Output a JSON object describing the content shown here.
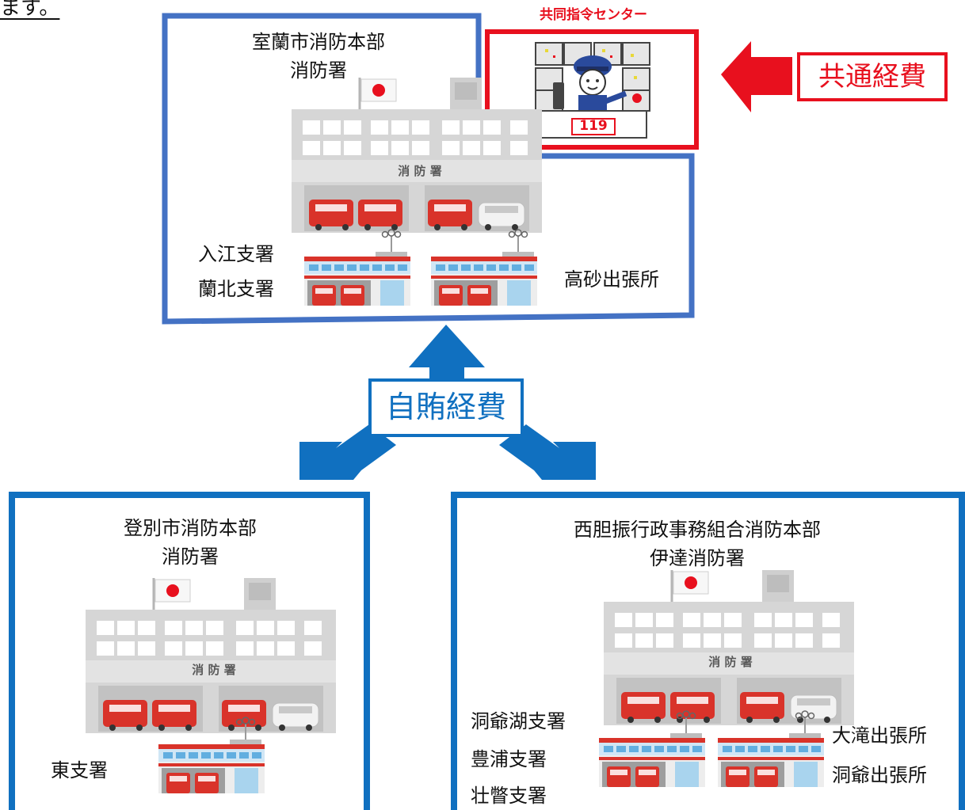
{
  "top_fragment": "ます。",
  "center": {
    "title": "共同指令センター",
    "desk_number": "119"
  },
  "common_cost_label": "共通経費",
  "own_cost_label": "自賄経費",
  "muroran": {
    "hq": "室蘭市消防本部",
    "station": "消防署",
    "sign": "消 防 署",
    "branches": [
      "入江支署",
      "蘭北支署"
    ],
    "outposts": [
      "高砂出張所"
    ]
  },
  "noboribetsu": {
    "hq": "登別市消防本部",
    "station": "消防署",
    "sign": "消 防 署",
    "branches": [
      "東支署"
    ]
  },
  "nishiiburi": {
    "hq": "西胆振行政事務組合消防本部",
    "station": "伊達消防署",
    "sign": "消 防 署",
    "branches": [
      "洞爺湖支署",
      "豊浦支署",
      "壮瞥支署"
    ],
    "outposts": [
      "大滝出張所",
      "洞爺出張所"
    ]
  },
  "colors": {
    "frame_blue": "#4472c4",
    "arrow_blue": "#1070c0",
    "red": "#e8101e",
    "building_gray": "#d6d6d6",
    "truck_red": "#d9332a"
  }
}
